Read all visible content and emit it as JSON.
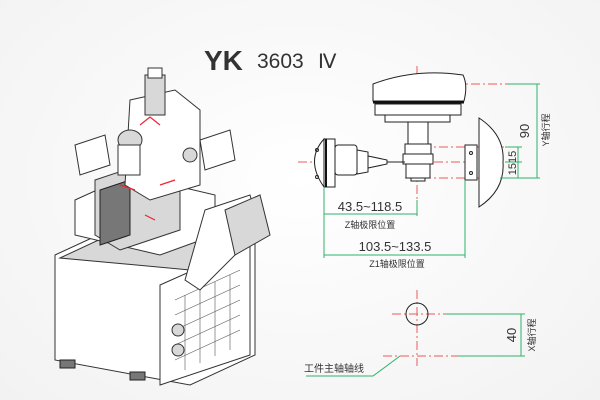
{
  "title": {
    "brand": "YK",
    "model": "3603",
    "suffix": "Ⅳ"
  },
  "dimensions": {
    "y_travel_value": "90",
    "y_travel_label": "Y轴行程",
    "offset_value": "1515",
    "z_range_value": "43.5~118.5",
    "z_range_label": "Z轴极限位置",
    "z1_range_value": "103.5~133.5",
    "z1_range_label": "Z1轴极限位置",
    "x_travel_value": "40",
    "x_travel_label": "X轴行程",
    "workpiece_axis_label": "工件主轴轴线"
  },
  "colors": {
    "centerline": "#f05a5a",
    "dimension": "#2db36a"
  }
}
